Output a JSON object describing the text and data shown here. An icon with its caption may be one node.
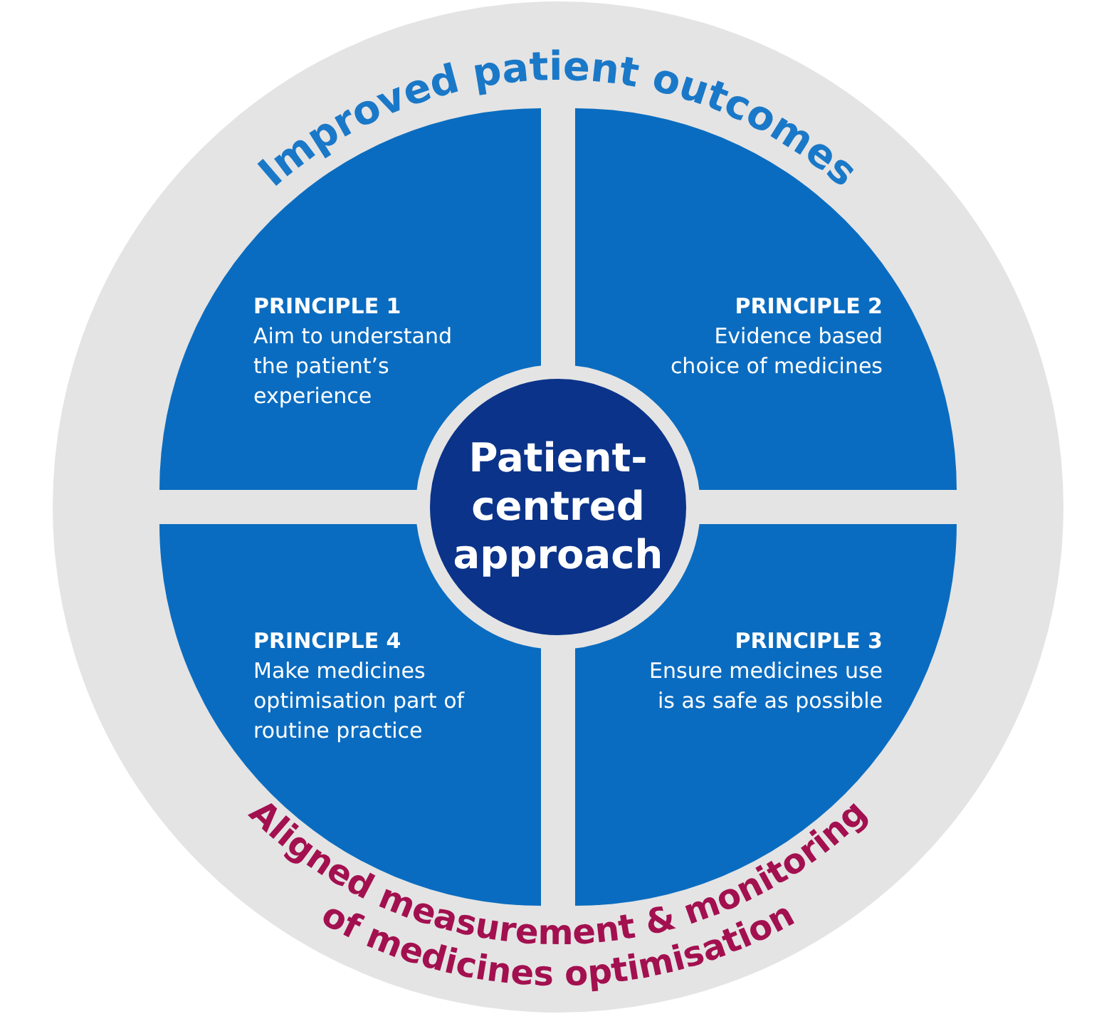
{
  "diagram": {
    "nodes": [
      {
        "text": [
          "Improved patient outcomes",
          "Aligned measurement & monitoring of medicines optimisation"
        ]
      },
      {
        "text": [
          "PRINCIPLE 1",
          "Aim to understand the patient’s experience"
        ],
        "in": 0
      },
      {
        "text": [
          "PRINCIPLE 2",
          "Evidence based choice of medicines"
        ],
        "in": 0
      },
      {
        "text": [
          "Patient-centred approach"
        ],
        "in": 0
      },
      {
        "text": [
          "PRINCIPLE 4",
          "Make medicines optimisation part of routine practice"
        ],
        "in": 0
      },
      {
        "text": [
          "PRINCIPLE 3",
          "Ensure medicines use is as safe as possible"
        ],
        "in": 0
      }
    ],
    "edges": []
  }
}
